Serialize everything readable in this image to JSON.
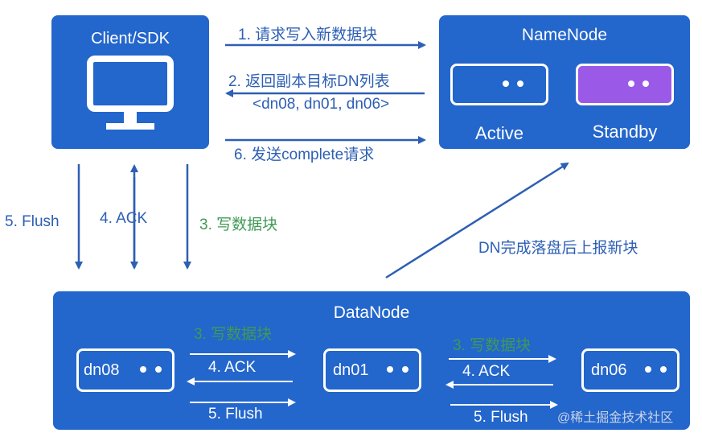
{
  "client": {
    "title": "Client/SDK",
    "icon": "monitor-icon"
  },
  "namenode": {
    "title": "NameNode",
    "active_label": "Active",
    "standby_label": "Standby",
    "standby_color": "#9b59e8"
  },
  "datanode": {
    "title": "DataNode",
    "nodes": [
      "dn08",
      "dn01",
      "dn06"
    ],
    "links": [
      {
        "write": "3. 写数据块",
        "ack": "4. ACK",
        "flush": "5. Flush"
      },
      {
        "write": "3. 写数据块",
        "ack": "4. ACK",
        "flush": "5. Flush"
      }
    ]
  },
  "client_namenode": {
    "step1": "1. 请求写入新数据块",
    "step2": "2. 返回副本目标DN列表",
    "step2_list": "<dn08, dn01, dn06>",
    "step6": "6. 发送complete请求"
  },
  "client_datanode": {
    "flush": "5. Flush",
    "ack": "4. ACK",
    "write": "3. 写数据块"
  },
  "report": "DN完成落盘后上报新块",
  "watermark": "@稀土掘金技术社区",
  "colors": {
    "box": "#2366cc",
    "arrow": "#2d5fb4",
    "label_blue": "#2d5fb4",
    "label_green": "#3f9a55",
    "white": "#ffffff"
  }
}
